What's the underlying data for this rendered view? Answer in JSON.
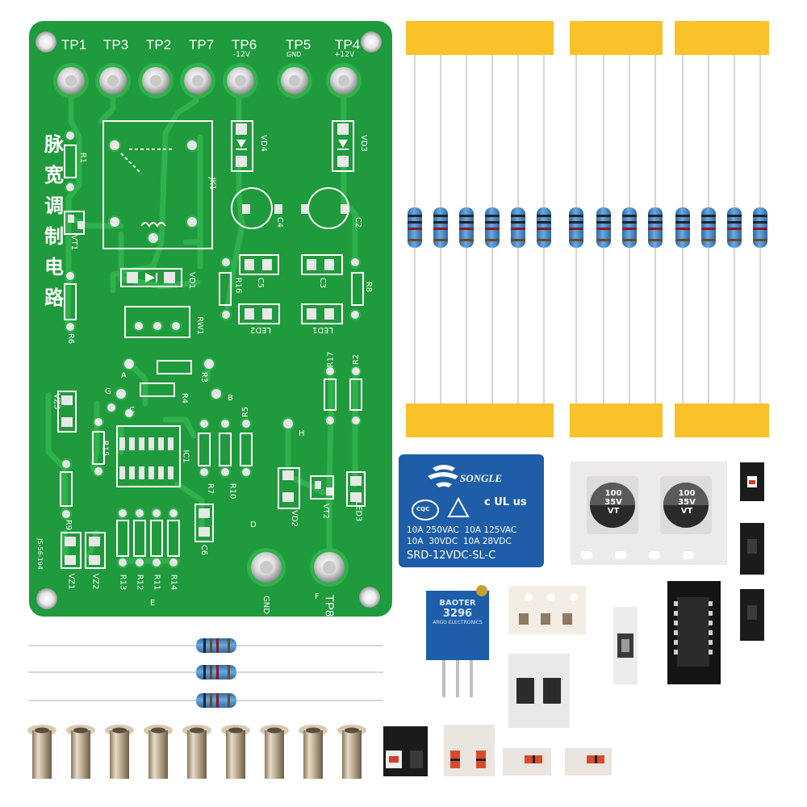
{
  "pcb": {
    "test_points": [
      {
        "name": "TP1",
        "sub": ""
      },
      {
        "name": "TP3",
        "sub": ""
      },
      {
        "name": "TP2",
        "sub": ""
      },
      {
        "name": "TP7",
        "sub": ""
      },
      {
        "name": "TP6",
        "sub": "-12V"
      },
      {
        "name": "TP5",
        "sub": "GND"
      },
      {
        "name": "TP4",
        "sub": "+12V"
      }
    ],
    "chinese_title": [
      "脉",
      "宽",
      "调",
      "制",
      "电",
      "路"
    ],
    "labels": {
      "r1": "R1",
      "vt1": "VT1",
      "jk1": "JK1",
      "vd4": "VD4",
      "vd3": "VD3",
      "c4": "C4",
      "c2": "C2",
      "c5": "C5",
      "c3": "C3",
      "r16": "R16",
      "r8": "R8",
      "vd1": "VD1",
      "led2": "LED2",
      "led1": "LED1",
      "rw1": "RW1",
      "r6": "R6",
      "r17": "R17",
      "r2": "R2",
      "r3": "R3",
      "r4": "R4",
      "r5": "R5",
      "a": "A",
      "b": "B",
      "c": "C",
      "g": "G",
      "h": "H",
      "d": "D",
      "e": "E",
      "f": "F",
      "vz3": "VZ3",
      "r15": "R15",
      "ic1": "IC1",
      "r7": "R7",
      "r10": "R10",
      "vd2": "VD2",
      "vt2": "VT2",
      "led3": "LED3",
      "r9": "R9",
      "c6": "C6",
      "vz1": "VZ1",
      "vz2": "VZ2",
      "r13": "R13",
      "r12": "R12",
      "r11": "R11",
      "r14": "R14",
      "gnd": "GND",
      "tp8": "TP8",
      "board_code": "JS-56-194"
    }
  },
  "relay": {
    "brand": "SONGLE",
    "cqc": "CQC",
    "ul": "c UL us",
    "rating_1": "10A 250VAC  10A 125VAC",
    "rating_2": "10A  30VDC  10A 28VDC",
    "model": "SRD-12VDC-SL-C"
  },
  "capacitors": [
    {
      "value": "100",
      "voltage": "35V",
      "series": "VT"
    },
    {
      "value": "100",
      "voltage": "35V",
      "series": "VT"
    }
  ],
  "trimmer": {
    "brand": "BAOTER",
    "model": "3296",
    "sub": "ARGO ELECTRONICS"
  },
  "colors": {
    "pcb_green": "#1f9a3c",
    "trace_green": "#2fb14c",
    "silk": "#ffffff",
    "tape_yellow": "#f9c22a",
    "resistor_blue": "#3d7fbf",
    "relay_blue": "#1e5ea8"
  }
}
